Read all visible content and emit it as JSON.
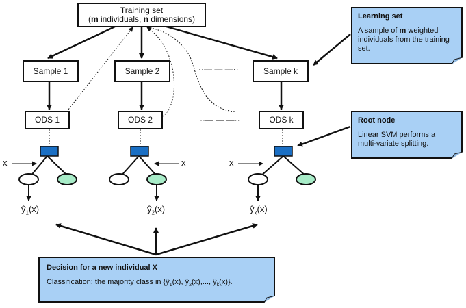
{
  "training_set": {
    "line1": "Training set",
    "line2_parts": [
      "(",
      "m",
      " individuals, ",
      "n",
      " dimensions)"
    ]
  },
  "samples": [
    "Sample 1",
    "Sample 2",
    "Sample k"
  ],
  "ods": [
    "ODS 1",
    "ODS 2",
    "ODS k"
  ],
  "ellipsis": "··— — —··",
  "input_label": "x",
  "predictions": [
    {
      "base": "ŷ",
      "sub": "1",
      "suffix": "(x)"
    },
    {
      "base": "ŷ",
      "sub": "2",
      "suffix": "(x)"
    },
    {
      "base": "ŷ",
      "sub": "k",
      "suffix": "(x)"
    }
  ],
  "notes": {
    "learning_set": {
      "title": "Learning set",
      "body_parts": [
        "A sample of ",
        "m",
        " weighted individuals from the training set."
      ]
    },
    "root_node": {
      "title": "Root node",
      "body": "Linear SVM performs a multi-variate splitting."
    },
    "decision": {
      "title": "Decision for a new individual X",
      "body_prefix": "Classification: the majority class in {",
      "items": [
        {
          "base": "ŷ",
          "sub": "1",
          "suffix": "(x), "
        },
        {
          "base": "ŷ",
          "sub": "2",
          "suffix": "(x),..., "
        },
        {
          "base": "ŷ",
          "sub": "k",
          "suffix": "(x)"
        }
      ],
      "body_suffix": "}."
    }
  },
  "colors": {
    "note_fill": "#a9d0f5",
    "root_node_fill": "#1a6fc4",
    "left_leaf_fill": "#ffffff",
    "right_leaf_fill": "#a8ecc8",
    "stroke": "#111111"
  }
}
